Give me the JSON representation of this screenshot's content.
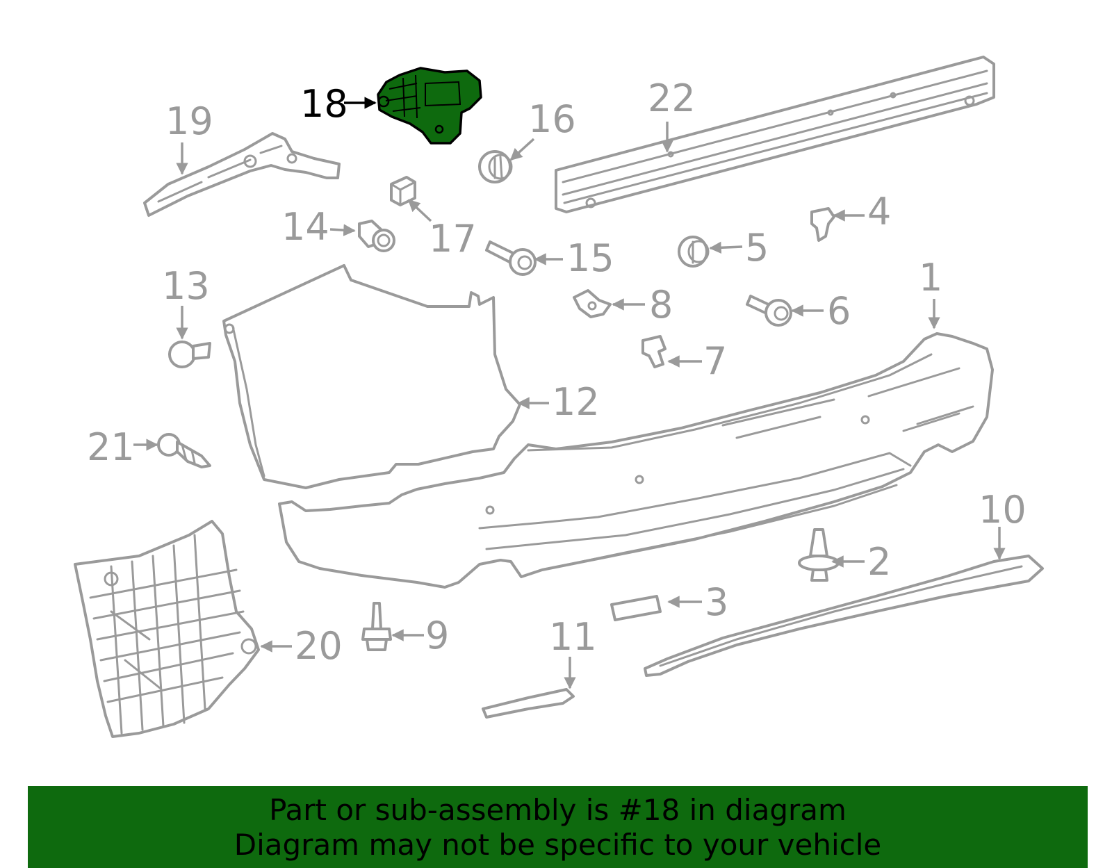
{
  "colors": {
    "highlight_fill": "#0e6a0e",
    "line_gray": "#9a9a9a",
    "banner_bg": "#0e6a0e",
    "label_highlight": "#000000"
  },
  "callouts": {
    "c1": "1",
    "c2": "2",
    "c3": "3",
    "c4": "4",
    "c5": "5",
    "c6": "6",
    "c7": "7",
    "c8": "8",
    "c9": "9",
    "c10": "10",
    "c11": "11",
    "c12": "12",
    "c13": "13",
    "c14": "14",
    "c15": "15",
    "c16": "16",
    "c17": "17",
    "c18": "18",
    "c19": "19",
    "c20": "20",
    "c21": "21",
    "c22": "22"
  },
  "highlighted_part": "18",
  "banner": {
    "line1": "Part or sub-assembly is #18 in diagram",
    "line2": "Diagram may not be specific to your vehicle"
  }
}
